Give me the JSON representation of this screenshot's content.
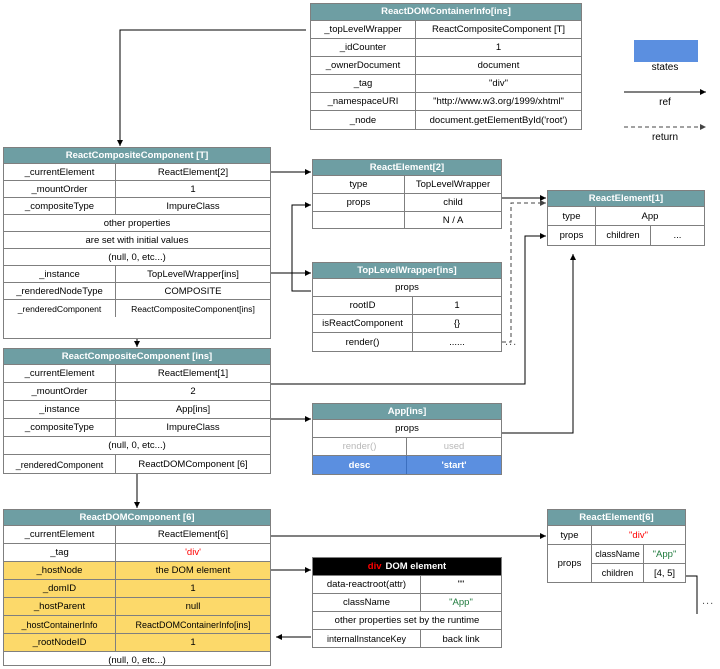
{
  "legend": {
    "states_label": "states",
    "ref_label": "ref",
    "return_label": "return",
    "states_color": "#5b8fe0",
    "ref_color": "#000000",
    "return_color": "#000000"
  },
  "colors": {
    "header_teal": "#6e9ea3",
    "highlight_yellow": "#fcd96a",
    "state_blue": "#5b8fe0",
    "red": "#ff0000",
    "green": "#1e7a3c",
    "grey_text": "#b8b8b8",
    "border": "#7f7f7f"
  },
  "boxes": {
    "container_info": {
      "title": "ReactDOMContainerInfo[ins]",
      "rows": [
        {
          "k": "_topLevelWrapper",
          "v": "ReactCompositeComponent [T]"
        },
        {
          "k": "_idCounter",
          "v": "1"
        },
        {
          "k": "_ownerDocument",
          "v": "document"
        },
        {
          "k": "_tag",
          "v": "\"div\""
        },
        {
          "k": "_namespaceURI",
          "v": "\"http://www.w3.org/1999/xhtml\""
        },
        {
          "k": "_node",
          "v": "document.getElementById('root')"
        }
      ]
    },
    "rcc_t": {
      "title": "ReactCompositeComponent [T]",
      "rows": [
        {
          "k": "_currentElement",
          "v": "ReactElement[2]"
        },
        {
          "k": "_mountOrder",
          "v": "1"
        },
        {
          "k": "_compositeType",
          "v": "ImpureClass"
        }
      ],
      "note_lines": [
        "other properties",
        "are set with initial values",
        "(null, 0, etc...)"
      ],
      "rows2": [
        {
          "k": "_instance",
          "v": "TopLevelWrapper[ins]"
        },
        {
          "k": "_renderedNodeType",
          "v": "COMPOSITE"
        },
        {
          "k": "_renderedComponent",
          "v": "ReactCompositeComponent[ins]"
        }
      ]
    },
    "react_element_2": {
      "title": "ReactElement[2]",
      "rows": [
        {
          "k": "type",
          "v": "TopLevelWrapper"
        },
        {
          "k": "props",
          "v": "child"
        },
        {
          "k": "",
          "v": "N / A"
        }
      ]
    },
    "react_element_1": {
      "title": "ReactElement[1]",
      "type_key": "type",
      "type_value": "App",
      "props_key": "props",
      "props_children_key": "children",
      "props_children_value": "..."
    },
    "top_level_wrapper": {
      "title": "TopLevelWrapper[ins]",
      "props_label": "props",
      "rows": [
        {
          "k": "rootID",
          "v": "1"
        },
        {
          "k": "isReactComponent",
          "v": "{}"
        },
        {
          "k": "render()",
          "v": "......"
        }
      ]
    },
    "rcc_ins": {
      "title": "ReactCompositeComponent [ins]",
      "rows": [
        {
          "k": "_currentElement",
          "v": "ReactElement[1]"
        },
        {
          "k": "_mountOrder",
          "v": "2"
        },
        {
          "k": "_instance",
          "v": "App[ins]"
        },
        {
          "k": "_compositeType",
          "v": "ImpureClass"
        }
      ],
      "note": "(null, 0, etc...)",
      "rows2": [
        {
          "k": "_renderedComponent",
          "v": "ReactDOMComponent [6]"
        }
      ]
    },
    "app_ins": {
      "title": "App[ins]",
      "props_label": "props",
      "rows": [
        {
          "k": "render()",
          "v": "used",
          "style": "grey"
        },
        {
          "k": "desc",
          "v": "'start'",
          "style": "blue"
        }
      ]
    },
    "rdc_6": {
      "title": "ReactDOMComponent [6]",
      "rows": [
        {
          "k": "_currentElement",
          "v": "ReactElement[6]",
          "style": "plain"
        },
        {
          "k": "_tag",
          "v": "'div'",
          "style": "red"
        },
        {
          "k": "_hostNode",
          "v": "the DOM element",
          "style": "yellow"
        },
        {
          "k": "_domID",
          "v": "1",
          "style": "yellow"
        },
        {
          "k": "_hostParent",
          "v": "null",
          "style": "yellow"
        },
        {
          "k": "_hostContainerInfo",
          "v": "ReactDOMContainerInfo[ins]",
          "style": "yellow"
        },
        {
          "k": "_rootNodeID",
          "v": "1",
          "style": "yellow"
        }
      ],
      "note": "(null, 0, etc...)"
    },
    "dom_element": {
      "title_tag": "div",
      "title_rest": "DOM element",
      "rows": [
        {
          "k": "data-reactroot(attr)",
          "v": "\"\"",
          "style": "plain"
        },
        {
          "k": "className",
          "v": "\"App\"",
          "style": "green"
        }
      ],
      "note": "other properties set by the runtime",
      "rows2": [
        {
          "k": "internalInstanceKey",
          "v": "back link"
        }
      ]
    },
    "react_element_6": {
      "title": "ReactElement[6]",
      "type_key": "type",
      "type_value": "\"div\"",
      "props_key": "props",
      "sub_rows": [
        {
          "k": "className",
          "v": "\"App\"",
          "style": "green"
        },
        {
          "k": "children",
          "v": "[4, 5]",
          "style": "plain"
        }
      ]
    }
  },
  "ellipsis": {
    "mid": "...",
    "right": "..."
  }
}
